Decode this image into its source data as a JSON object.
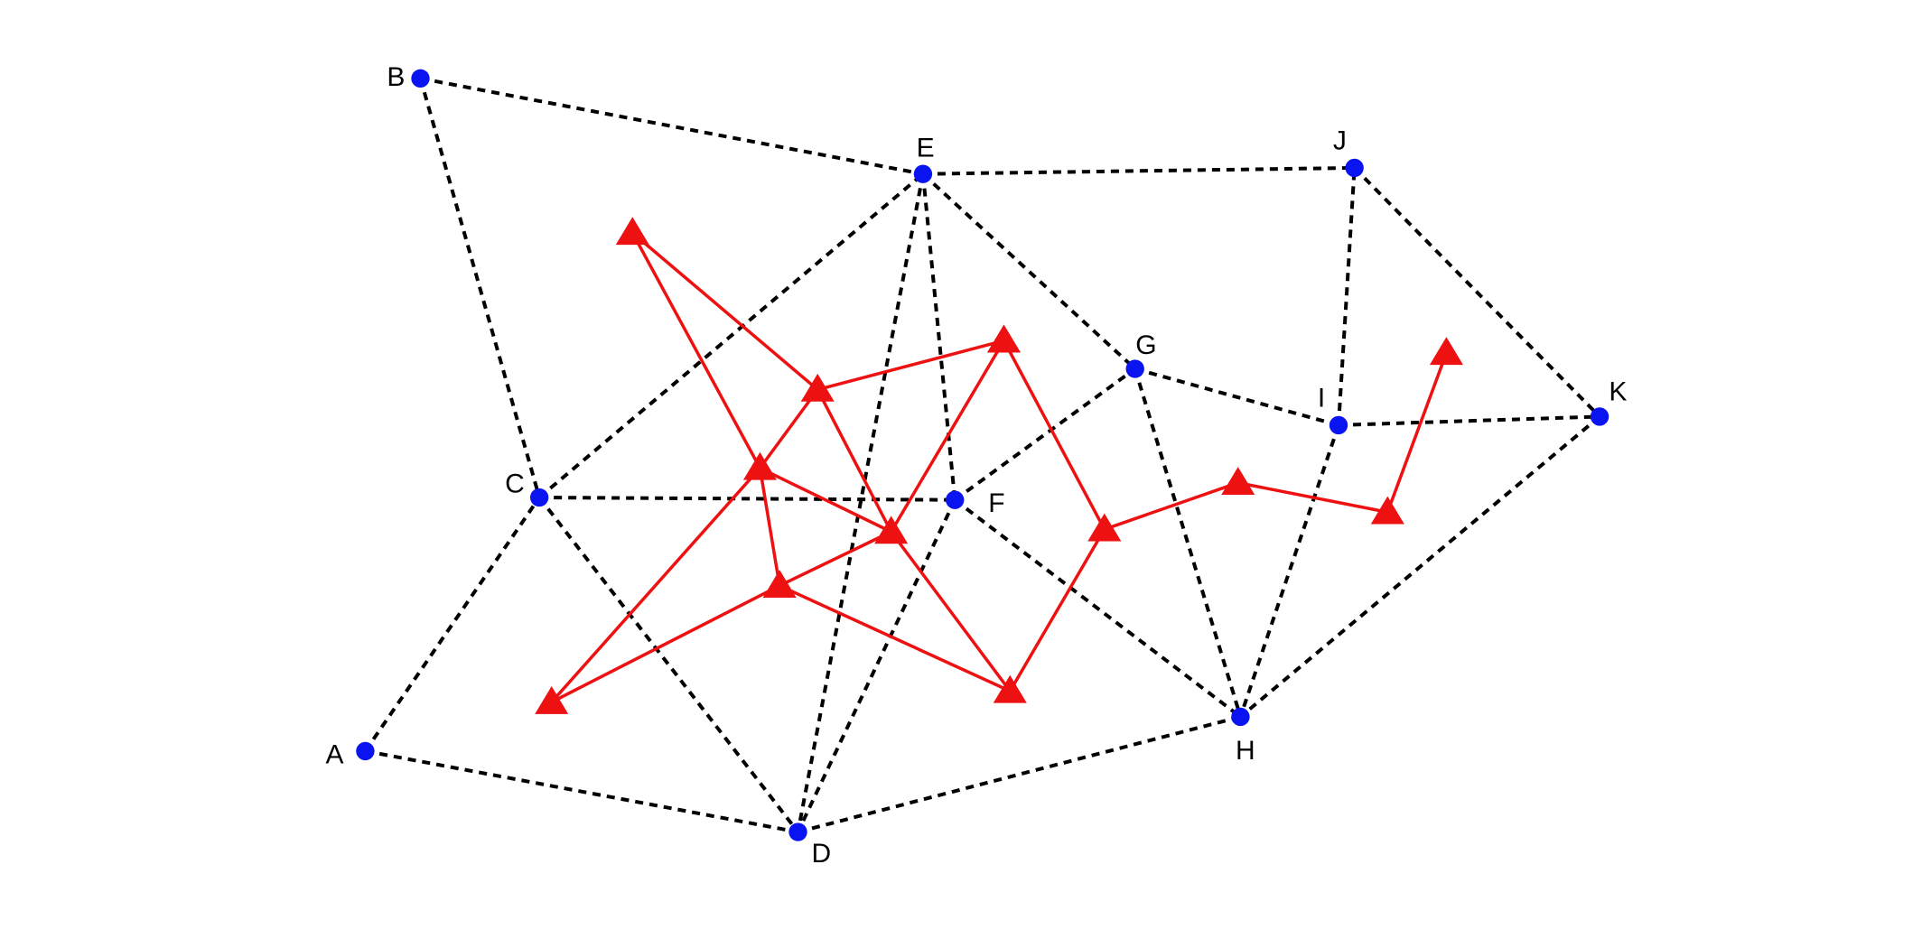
{
  "colors": {
    "node": "#0a14f0",
    "triangle": "#ee1111",
    "dashed_edge": "#000000",
    "background": "#ffffff"
  },
  "nodes": [
    {
      "id": "A",
      "label": "A"
    },
    {
      "id": "B",
      "label": "B"
    },
    {
      "id": "C",
      "label": "C"
    },
    {
      "id": "D",
      "label": "D"
    },
    {
      "id": "E",
      "label": "E"
    },
    {
      "id": "F",
      "label": "F"
    },
    {
      "id": "G",
      "label": "G"
    },
    {
      "id": "H",
      "label": "H"
    },
    {
      "id": "I",
      "label": "I"
    },
    {
      "id": "J",
      "label": "J"
    },
    {
      "id": "K",
      "label": "K"
    }
  ],
  "dashed_edges": [
    [
      "A",
      "C"
    ],
    [
      "A",
      "D"
    ],
    [
      "B",
      "C"
    ],
    [
      "B",
      "E"
    ],
    [
      "C",
      "E"
    ],
    [
      "C",
      "F"
    ],
    [
      "C",
      "D"
    ],
    [
      "E",
      "J"
    ],
    [
      "E",
      "G"
    ],
    [
      "E",
      "D"
    ],
    [
      "E",
      "F"
    ],
    [
      "F",
      "G"
    ],
    [
      "F",
      "D"
    ],
    [
      "F",
      "H"
    ],
    [
      "G",
      "I"
    ],
    [
      "G",
      "H"
    ],
    [
      "I",
      "J"
    ],
    [
      "I",
      "K"
    ],
    [
      "I",
      "H"
    ],
    [
      "J",
      "K"
    ],
    [
      "K",
      "H"
    ],
    [
      "D",
      "H"
    ]
  ],
  "triangle_markers": [
    {
      "id": "t1"
    },
    {
      "id": "t2"
    },
    {
      "id": "t3"
    },
    {
      "id": "t4"
    },
    {
      "id": "t5"
    },
    {
      "id": "t6"
    },
    {
      "id": "t7"
    },
    {
      "id": "t8"
    },
    {
      "id": "t9"
    },
    {
      "id": "t10"
    },
    {
      "id": "t11"
    },
    {
      "id": "t12"
    },
    {
      "id": "t13"
    }
  ],
  "red_edges": [
    [
      "t1",
      "t2"
    ],
    [
      "t1",
      "t3"
    ],
    [
      "t2",
      "t4"
    ],
    [
      "t2",
      "t6"
    ],
    [
      "t3",
      "t4"
    ],
    [
      "t3",
      "t5"
    ],
    [
      "t3",
      "t8"
    ],
    [
      "t5",
      "t6"
    ],
    [
      "t5",
      "t7"
    ],
    [
      "t4",
      "t7"
    ],
    [
      "t6",
      "t9"
    ],
    [
      "t8",
      "t9"
    ],
    [
      "t8",
      "t7"
    ],
    [
      "t9",
      "t10"
    ],
    [
      "t10",
      "t11"
    ],
    [
      "t11",
      "t12"
    ],
    [
      "t12",
      "t13"
    ]
  ]
}
